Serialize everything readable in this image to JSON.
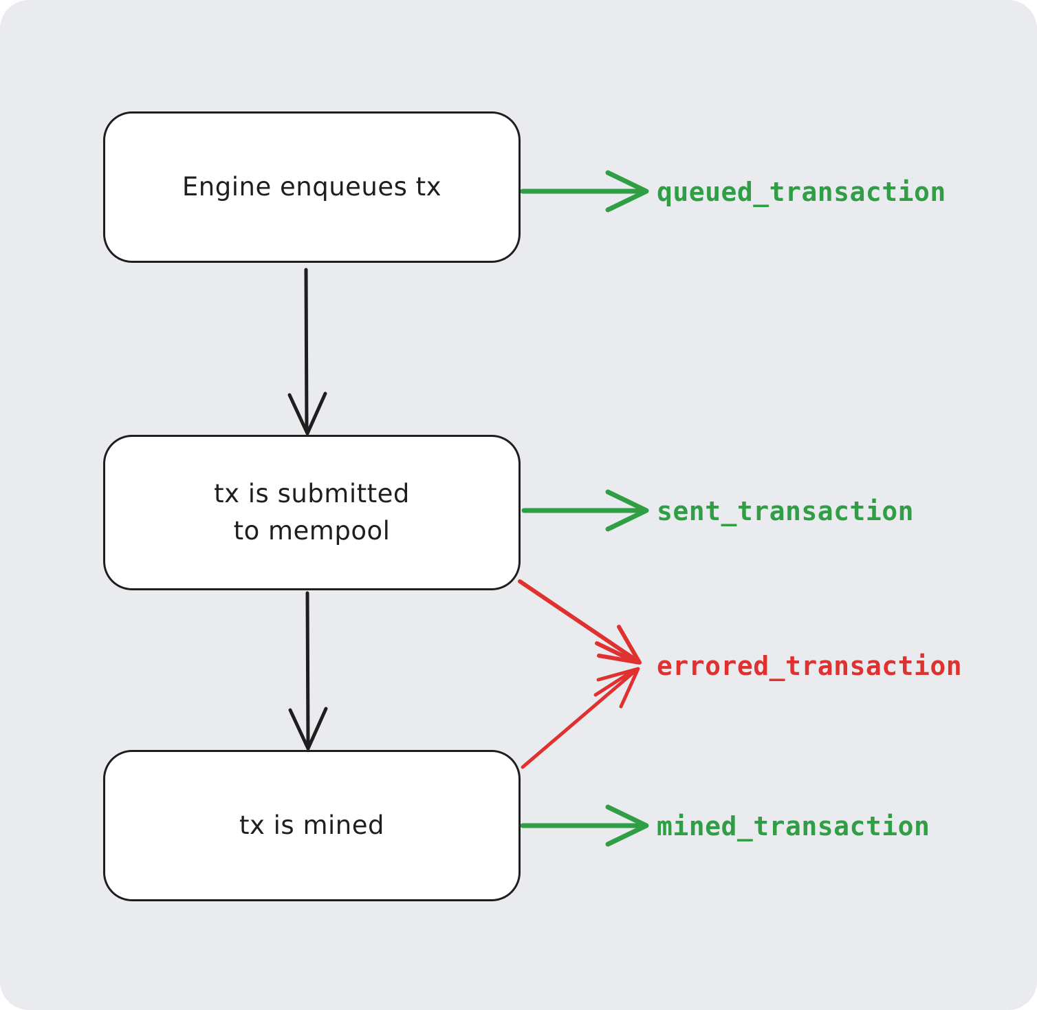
{
  "diagram": {
    "title": "transaction lifecycle flow",
    "canvas_background": "#e9ebee",
    "colors": {
      "node_border": "#1e1e1e",
      "node_fill": "#ffffff",
      "flow_arrow": "#1e1e1e",
      "success": "#2f9e44",
      "error": "#e03131"
    },
    "nodes": [
      {
        "id": "enqueue",
        "label": "Engine enqueues tx"
      },
      {
        "id": "submit",
        "label": "tx is submitted\nto mempool"
      },
      {
        "id": "mined",
        "label": "tx is mined"
      }
    ],
    "events": [
      {
        "id": "queued",
        "label": "queued_transaction",
        "type": "success",
        "source": "enqueue"
      },
      {
        "id": "sent",
        "label": "sent_transaction",
        "type": "success",
        "source": "submit"
      },
      {
        "id": "errored",
        "label": "errored_transaction",
        "type": "error",
        "sources": [
          "submit",
          "mined"
        ]
      },
      {
        "id": "mined",
        "label": "mined_transaction",
        "type": "success",
        "source": "mined"
      }
    ],
    "flow_edges": [
      {
        "from": "enqueue",
        "to": "submit"
      },
      {
        "from": "submit",
        "to": "mined"
      }
    ]
  }
}
